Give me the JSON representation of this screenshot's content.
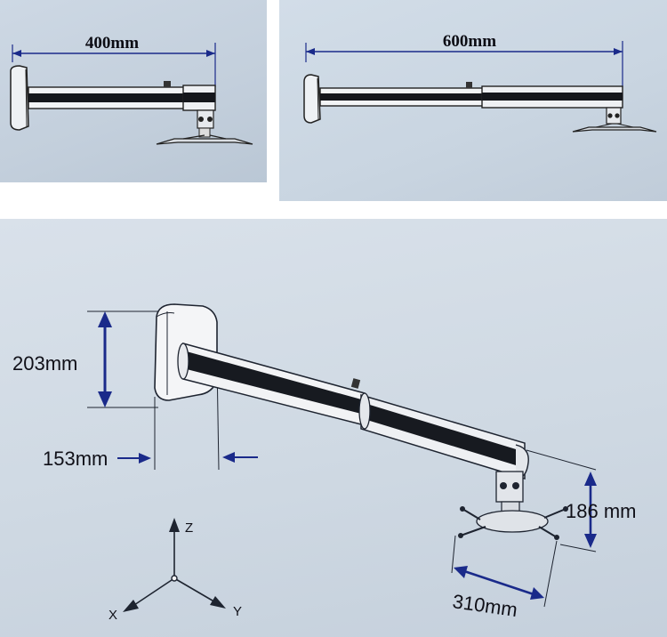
{
  "panels": {
    "top_left": {
      "dimension_label": "400mm"
    },
    "top_right": {
      "dimension_label": "600mm"
    },
    "bottom": {
      "height_label": "203mm",
      "depth_label": "153mm",
      "drop_label": "186 mm",
      "span_label": "310mm",
      "axes": {
        "z": "Z",
        "x": "X",
        "y": "Y"
      }
    }
  },
  "colors": {
    "dimension_line": "#1a2a8a",
    "ink": "#1e2430",
    "background": "#cfd9e3"
  }
}
